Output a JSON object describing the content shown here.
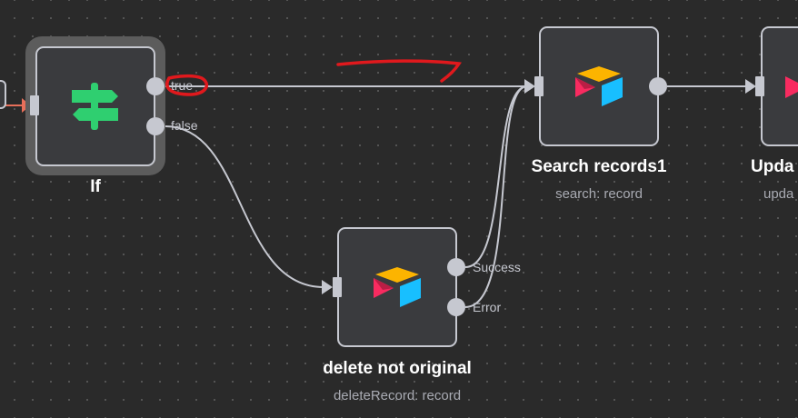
{
  "nodes": {
    "if": {
      "title": "If",
      "outputs": [
        "true",
        "false"
      ],
      "icon": "signpost-icon",
      "color": "#2fcf70"
    },
    "search": {
      "title": "Search records1",
      "subtitle": "search: record",
      "icon": "airtable-icon"
    },
    "update": {
      "title": "Upda",
      "subtitle": "upda",
      "icon": "airtable-icon"
    },
    "delete": {
      "title": "delete not original",
      "subtitle": "deleteRecord: record",
      "outputs": [
        "Success",
        "Error"
      ],
      "icon": "airtable-icon"
    }
  },
  "colors": {
    "edge": "#c6c8d0",
    "incoming_edge": "#e76f5a",
    "annotation": "#e0191d"
  }
}
